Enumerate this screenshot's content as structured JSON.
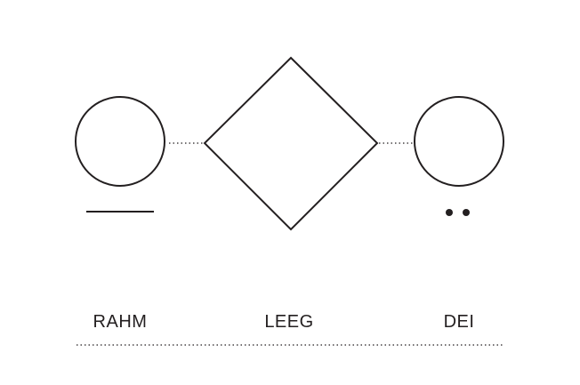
{
  "colors": {
    "ink": "#231f20",
    "background": "#ffffff"
  },
  "figures": [
    {
      "shape": "circle",
      "mark": "underline",
      "label": "RAHM"
    },
    {
      "shape": "diamond",
      "mark": "none",
      "label": "LEEG"
    },
    {
      "shape": "circle",
      "mark": "two-dots",
      "label": "DEI"
    }
  ]
}
